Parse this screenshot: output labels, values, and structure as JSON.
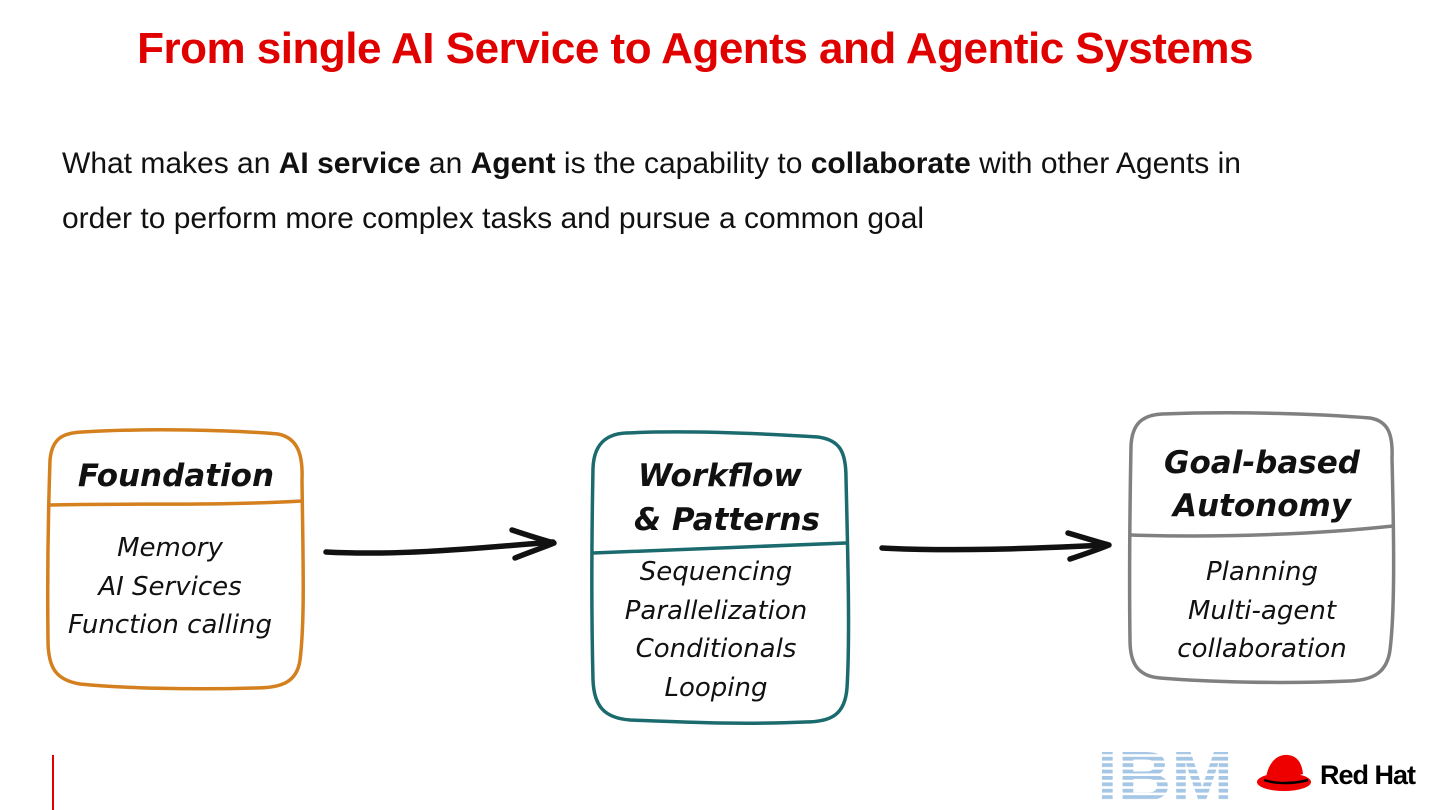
{
  "slide": {
    "title": "From single AI Service to Agents and Agentic Systems",
    "intro": {
      "parts": [
        {
          "text": "What makes an ",
          "bold": false
        },
        {
          "text": "AI service",
          "bold": true
        },
        {
          "text": " an ",
          "bold": false
        },
        {
          "text": "Agent",
          "bold": true
        },
        {
          "text": " is the capability to ",
          "bold": false
        },
        {
          "text": "collaborate",
          "bold": true
        },
        {
          "text": " with other Agents in",
          "bold": false
        }
      ],
      "line2": "order to perform more complex tasks and pursue a common goal"
    }
  },
  "diagram": {
    "boxes": [
      {
        "id": "foundation",
        "title_lines": [
          "Foundation"
        ],
        "items": [
          "Memory",
          "AI Services",
          "Function calling"
        ],
        "color": "#d4801e"
      },
      {
        "id": "workflow",
        "title_lines": [
          "Workflow",
          "& Patterns"
        ],
        "items": [
          "Sequencing",
          "Parallelization",
          "Conditionals",
          "Looping"
        ],
        "color": "#1b6b6e"
      },
      {
        "id": "goal",
        "title_lines": [
          "Goal-based",
          "Autonomy"
        ],
        "items": [
          "Planning",
          "Multi-agent",
          "collaboration"
        ],
        "color": "#808080"
      }
    ],
    "arrow_color": "#111111"
  },
  "footer": {
    "accent_color": "#e00000",
    "ibm_logo_text": "IBM",
    "ibm_color": "#1f70c1",
    "redhat_text": "Red Hat",
    "redhat_color": "#ee0000"
  }
}
